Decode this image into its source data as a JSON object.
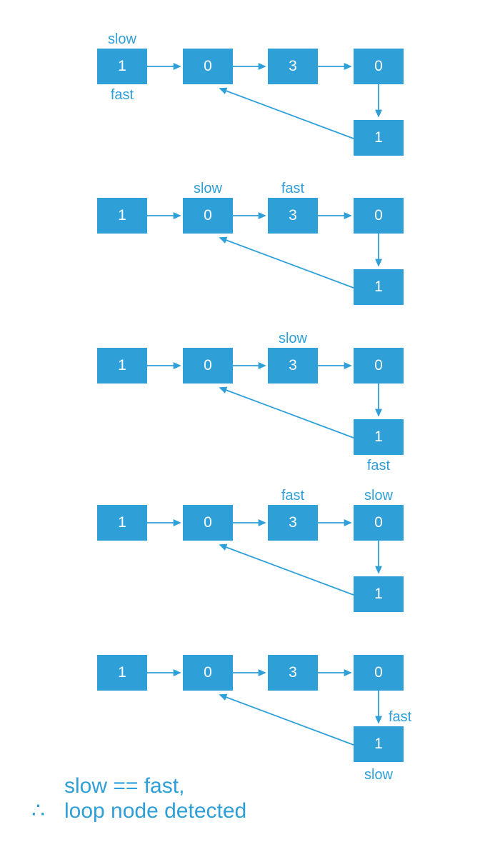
{
  "colors": {
    "accent": "#2f9fd8",
    "node_text": "#ffffff",
    "background": "#ffffff"
  },
  "stages": [
    {
      "nodes": [
        "1",
        "0",
        "3",
        "0",
        "1"
      ],
      "slow_label": "slow",
      "fast_label": "fast",
      "slow_at": "node-1",
      "fast_at": "node-1"
    },
    {
      "nodes": [
        "1",
        "0",
        "3",
        "0",
        "1"
      ],
      "slow_label": "slow",
      "fast_label": "fast",
      "slow_at": "node-2",
      "fast_at": "node-3"
    },
    {
      "nodes": [
        "1",
        "0",
        "3",
        "0",
        "1"
      ],
      "slow_label": "slow",
      "fast_label": "fast",
      "slow_at": "node-3",
      "fast_at": "loop-node"
    },
    {
      "nodes": [
        "1",
        "0",
        "3",
        "0",
        "1"
      ],
      "slow_label": "slow",
      "fast_label": "fast",
      "slow_at": "node-4",
      "fast_at": "node-3"
    },
    {
      "nodes": [
        "1",
        "0",
        "3",
        "0",
        "1"
      ],
      "slow_label": "slow",
      "fast_label": "fast",
      "slow_at": "loop-node",
      "fast_at": "loop-node"
    }
  ],
  "conclusion": {
    "line1": "slow == fast,",
    "symbol": "∴",
    "line2": "loop node detected"
  }
}
